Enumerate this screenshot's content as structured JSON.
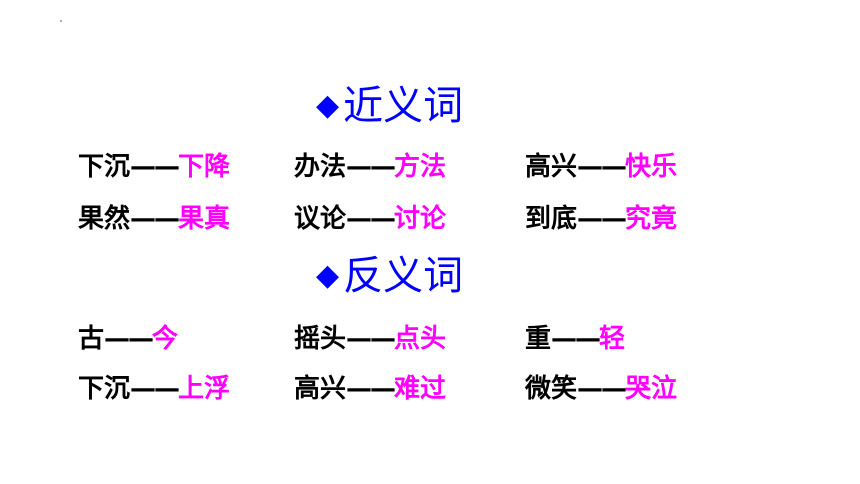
{
  "sections": [
    {
      "title": "近义词",
      "rows": [
        [
          {
            "w1": "下沉",
            "w2": "下降"
          },
          {
            "w1": "办法",
            "w2": "方法"
          },
          {
            "w1": "高兴",
            "w2": "快乐"
          }
        ],
        [
          {
            "w1": "果然",
            "w2": "果真"
          },
          {
            "w1": "议论",
            "w2": "讨论"
          },
          {
            "w1": "到底",
            "w2": "究竟"
          }
        ]
      ]
    },
    {
      "title": "反义词",
      "rows": [
        [
          {
            "w1": "古",
            "w2": "今"
          },
          {
            "w1": "摇头",
            "w2": "点头"
          },
          {
            "w1": "重",
            "w2": "轻"
          }
        ],
        [
          {
            "w1": "下沉",
            "w2": "上浮"
          },
          {
            "w1": "高兴",
            "w2": "难过"
          },
          {
            "w1": "微笑",
            "w2": "哭泣"
          }
        ]
      ]
    }
  ],
  "dash": "——",
  "diamond_icon": "◆",
  "colors": {
    "heading": "#0000ff",
    "word": "#000000",
    "answer": "#ff00ff"
  }
}
